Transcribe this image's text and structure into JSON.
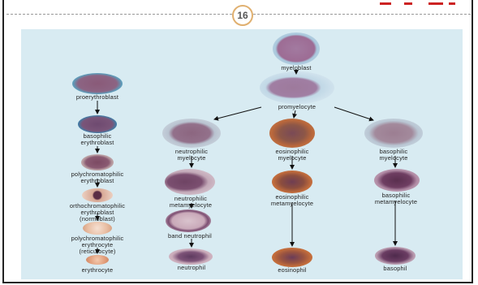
{
  "page": {
    "number": "16"
  },
  "labels": {
    "myeloblast": "myeloblast",
    "promyelocyte": "promyelocyte",
    "proerythroblast": "proerythroblast",
    "basophilic_erythroblast": "basophilic\nerythroblast",
    "polychromatophilic_erythroblast": "polychromatophilic\nerythroblast",
    "orthochromatophilic_erythroblast": "orthochromatophilic\nerythroblast\n(normoblast)",
    "polychromatophilic_erythrocyte": "polychromatophilic\nerythrocyte\n(reticulocyte)",
    "erythrocyte": "erythrocyte",
    "neutrophilic_myelocyte": "neutrophilic\nmyelocyte",
    "eosinophilic_myelocyte": "eosinophilic\nmyelocyte",
    "basophilic_myelocyte": "basophilic\nmyelocyte",
    "neutrophilic_metamyelocyte": "neutrophilic\nmetamyelocyte",
    "eosinophilic_metamyelocyte": "eosinophilic\nmetamyelocyte",
    "basophilic_metamyelocyte": "basophilic\nmetamyelocyte",
    "band_neutrophil": "band neutrophil",
    "neutrophil": "neutrophil",
    "eosinophil": "eosinophil",
    "basophil": "basophil"
  },
  "colors": {
    "panel": "#d8ebf2",
    "nucleus_purple": "#6b3f6e",
    "cytoplasm_blue": "#9fc0d6",
    "eosin_orange": "#b9673b",
    "header_red": "#c22222"
  }
}
